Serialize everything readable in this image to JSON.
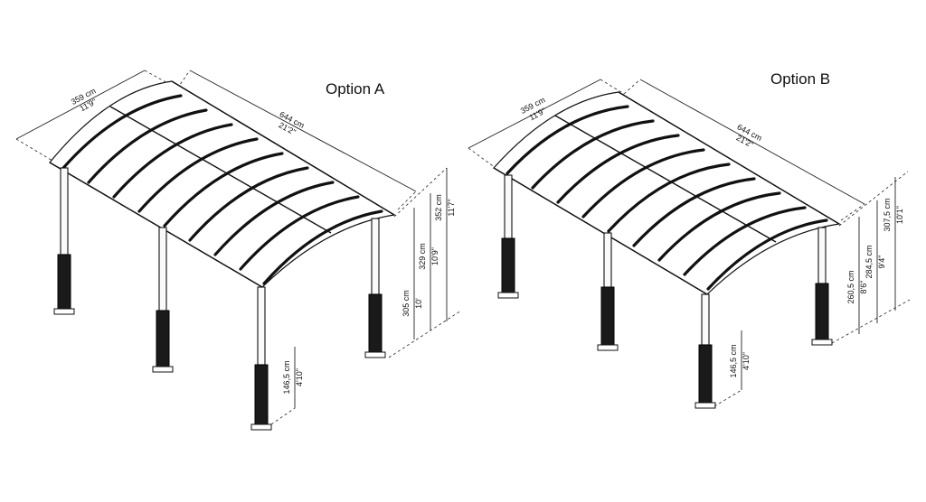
{
  "options": [
    {
      "title": "Option A",
      "width": {
        "cm": "359 cm",
        "ft": "11'9\""
      },
      "length": {
        "cm": "644 cm",
        "ft": "21'2\""
      },
      "heights": [
        {
          "cm": "352 cm",
          "ft": "11'7\""
        },
        {
          "cm": "329 cm",
          "ft": "10'9\""
        },
        {
          "cm": "305 cm",
          "ft": "10'"
        }
      ],
      "base": {
        "cm": "146,5 cm",
        "ft": "4'10\""
      }
    },
    {
      "title": "Option B",
      "width": {
        "cm": "359 cm",
        "ft": "11'9\""
      },
      "length": {
        "cm": "644 cm",
        "ft": "21'2\""
      },
      "heights": [
        {
          "cm": "307,5 cm",
          "ft": "10'1\""
        },
        {
          "cm": "284,5 cm",
          "ft": "9'4\""
        },
        {
          "cm": "260,5 cm",
          "ft": "8'6\""
        }
      ],
      "base": {
        "cm": "146,5 cm",
        "ft": "4'10\""
      }
    }
  ]
}
